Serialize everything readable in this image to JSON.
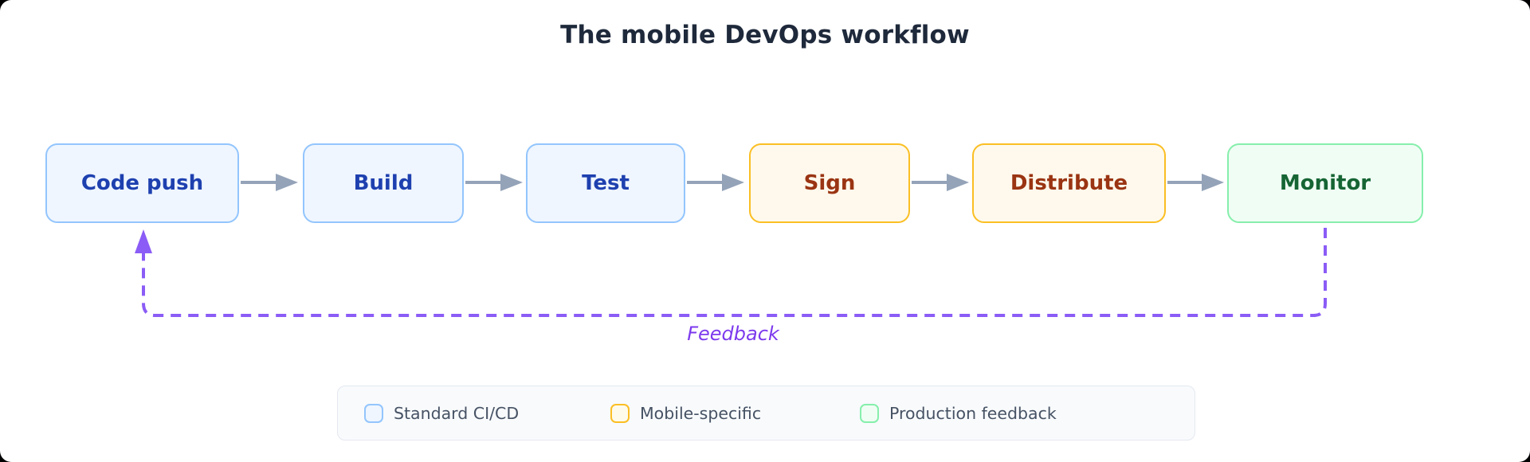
{
  "title": "The mobile DevOps workflow",
  "flow": {
    "nodes": [
      {
        "label": "Code push",
        "type": "standard"
      },
      {
        "label": "Build",
        "type": "standard"
      },
      {
        "label": "Test",
        "type": "standard"
      },
      {
        "label": "Sign",
        "type": "mobile"
      },
      {
        "label": "Distribute",
        "type": "mobile"
      },
      {
        "label": "Monitor",
        "type": "production"
      }
    ],
    "feedback_label": "Feedback",
    "feedback_from": "Monitor",
    "feedback_to": "Code push"
  },
  "legend": {
    "items": [
      {
        "label": "Standard CI/CD",
        "type": "standard"
      },
      {
        "label": "Mobile-specific",
        "type": "mobile"
      },
      {
        "label": "Production feedback",
        "type": "production"
      }
    ]
  },
  "colors": {
    "standard_fill": "#EFF6FF",
    "standard_border": "#93C5FD",
    "standard_text": "#1E40AF",
    "mobile_fill": "#FEF9EC",
    "mobile_border": "#FBBF24",
    "mobile_text": "#9A3412",
    "production_fill": "#F0FDF4",
    "production_border": "#86EFAC",
    "production_text": "#166534",
    "arrow": "#94A3B8",
    "feedback": "#8B5CF6",
    "feedback_label_text": "#7C3AED",
    "title_text": "#1E293B",
    "legend_bg": "#F8FAFC",
    "legend_border": "#E4E9F0",
    "legend_text": "#465264"
  }
}
